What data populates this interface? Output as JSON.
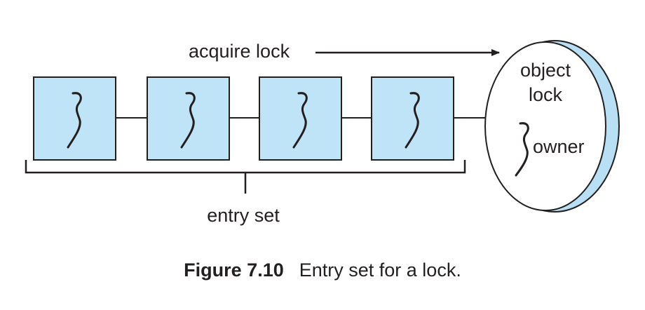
{
  "diagram": {
    "acquire_label": "acquire lock",
    "object_label_line1": "object",
    "object_label_line2": "lock",
    "owner_label": "owner",
    "entry_set_label": "entry set",
    "thread_count": 4
  },
  "caption": {
    "figure_number": "Figure 7.10",
    "text": "Entry set for a lock."
  },
  "colors": {
    "box_fill": "#bfe3f7",
    "ellipse_shadow": "#b8dff4",
    "stroke": "#231f20"
  }
}
